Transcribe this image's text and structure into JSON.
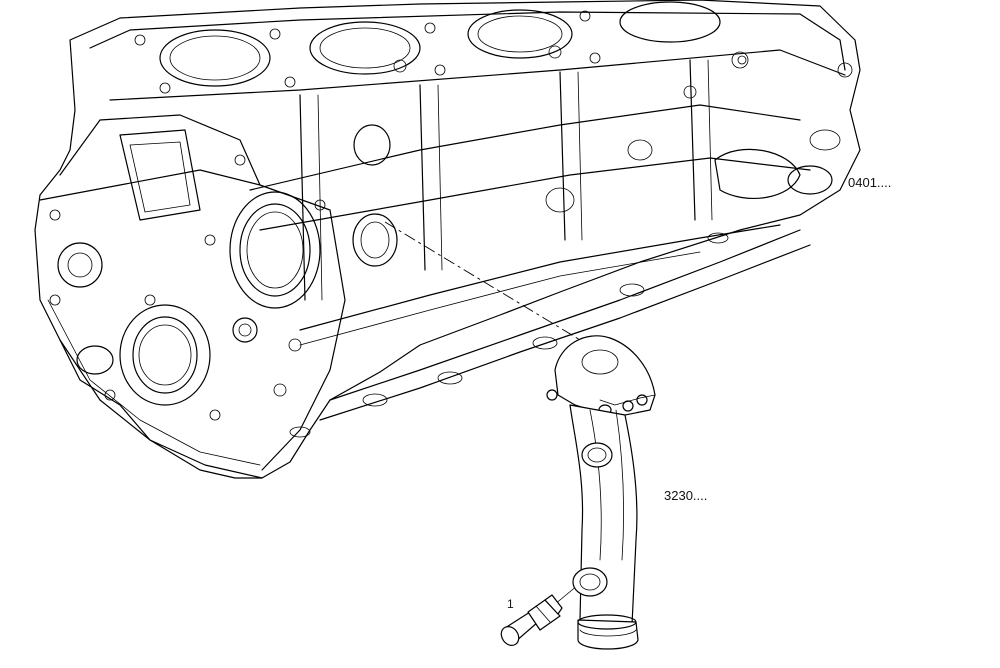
{
  "callouts": {
    "block": "0401....",
    "pipe": "3230....",
    "fitting": "1"
  }
}
